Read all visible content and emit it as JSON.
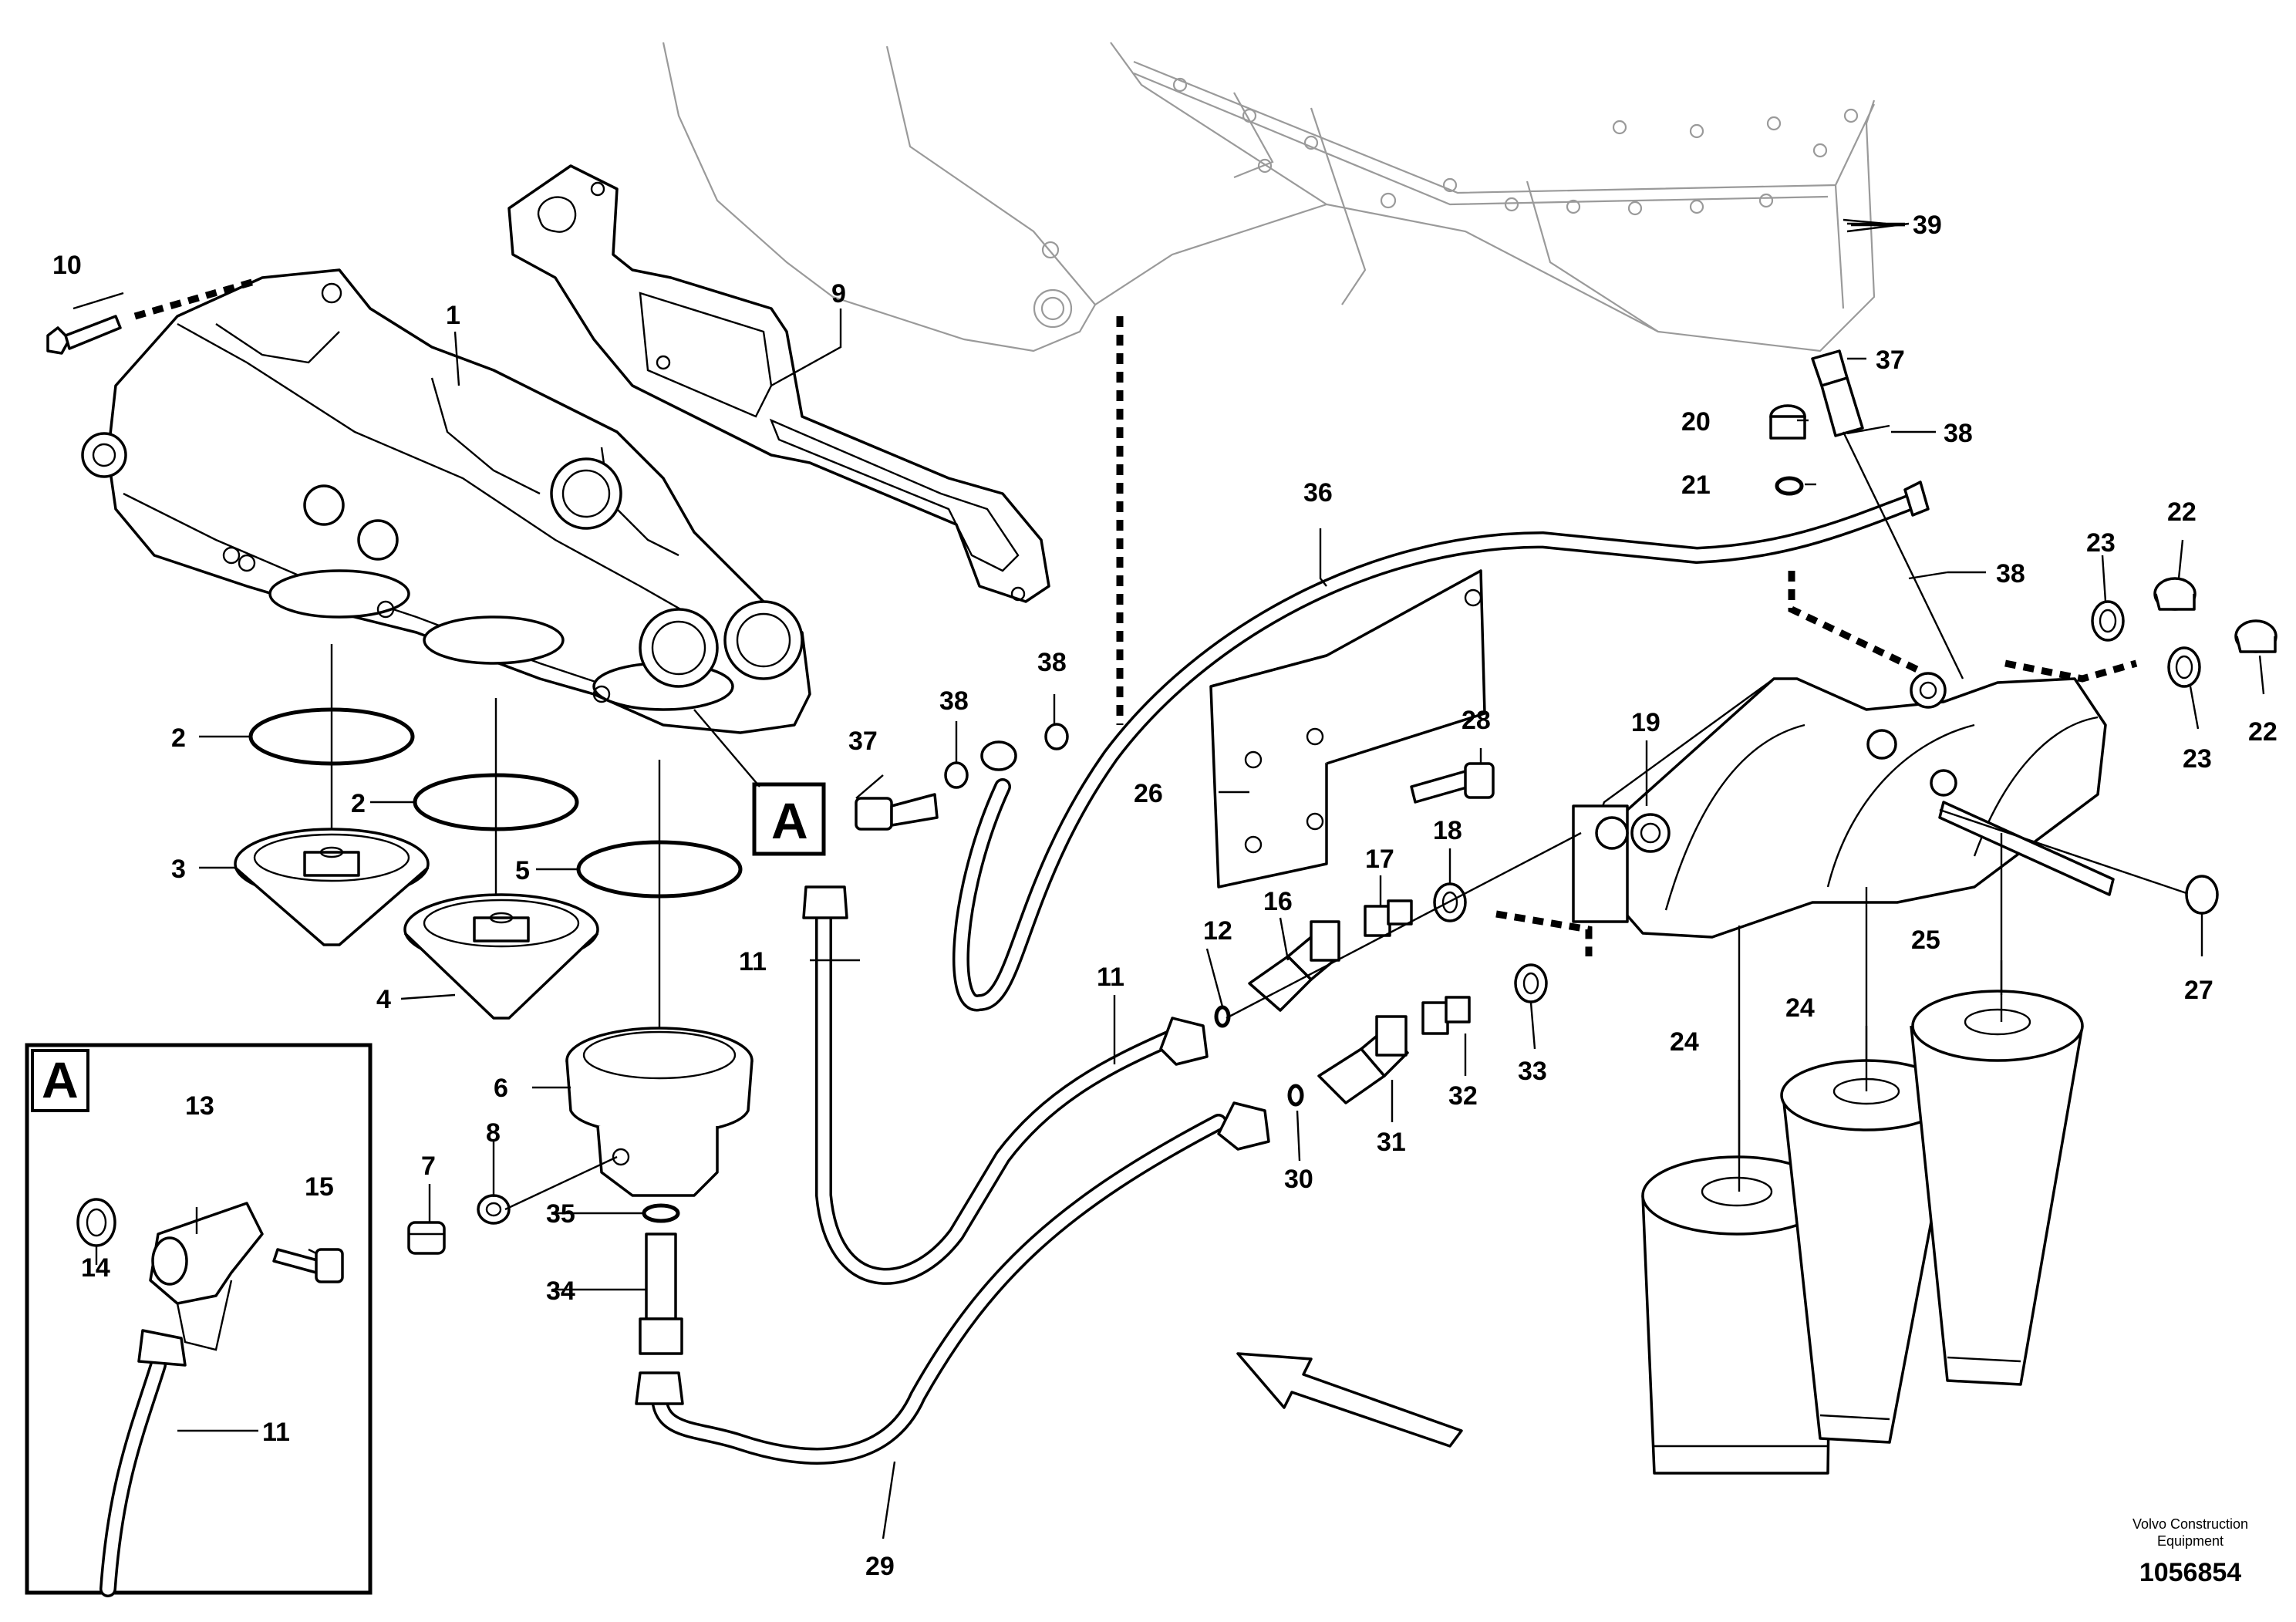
{
  "diagram": {
    "detail_marker": "A",
    "detail_title": "A",
    "callouts": {
      "c1": "1",
      "c2a": "2",
      "c2b": "2",
      "c3": "3",
      "c4": "4",
      "c5": "5",
      "c6": "6",
      "c7": "7",
      "c8": "8",
      "c9": "9",
      "c10": "10",
      "c11a": "11",
      "c11b": "11",
      "c11c": "11",
      "c12": "12",
      "c13": "13",
      "c14": "14",
      "c15": "15",
      "c16": "16",
      "c17": "17",
      "c18": "18",
      "c19": "19",
      "c20": "20",
      "c21": "21",
      "c22a": "22",
      "c22b": "22",
      "c23a": "23",
      "c23b": "23",
      "c24a": "24",
      "c24b": "24",
      "c25": "25",
      "c26": "26",
      "c27": "27",
      "c28": "28",
      "c29": "29",
      "c30": "30",
      "c31": "31",
      "c32": "32",
      "c33": "33",
      "c34": "34",
      "c35": "35",
      "c36": "36",
      "c37a": "37",
      "c37b": "37",
      "c38a": "38",
      "c38b": "38",
      "c38c": "38",
      "c38d": "38",
      "c39": "39"
    },
    "brand_line1": "Volvo Construction",
    "brand_line2": "Equipment",
    "document_number": "1056854"
  }
}
